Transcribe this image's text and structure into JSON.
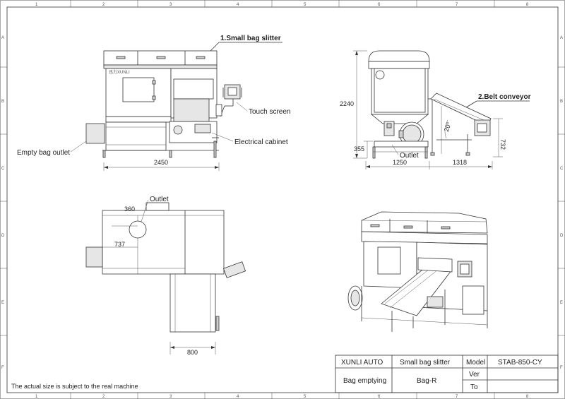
{
  "frame": {
    "col_labels": [
      "1",
      "2",
      "3",
      "4",
      "5",
      "6",
      "7",
      "8"
    ],
    "row_labels": [
      "A",
      "B",
      "C",
      "D",
      "E",
      "F"
    ]
  },
  "labels": {
    "small_bag_slitter": "1.Small bag slitter",
    "touch_screen": "Touch screen",
    "electrical_cabinet": "Electrical cabinet",
    "empty_bag_outlet": "Empty bag outlet",
    "belt_conveyor": "2.Belt conveyor",
    "outlet_side": "Outlet",
    "outlet_top": "Outlet",
    "brand_plate": "迅力XUNLI"
  },
  "dimensions": {
    "front_width": "2450",
    "side_height": "2240",
    "side_bottom": "355",
    "side_width": "1250",
    "conveyor_length": "1318",
    "conveyor_height": "732",
    "conveyor_angle": "20°",
    "top_offset": "360",
    "top_depth": "737",
    "conveyor_top_width": "800"
  },
  "note": "The actual size is subject to the real machine",
  "title_block": {
    "company": "XUNLI AUTO",
    "product": "Small bag slitter",
    "model_label": "Model",
    "model_value": "STAB-850-CY",
    "ver_label": "Ver",
    "ver_value": "",
    "name": "Bag emptying",
    "variant": "Bag-R",
    "to_label": "To",
    "to_value": ""
  }
}
